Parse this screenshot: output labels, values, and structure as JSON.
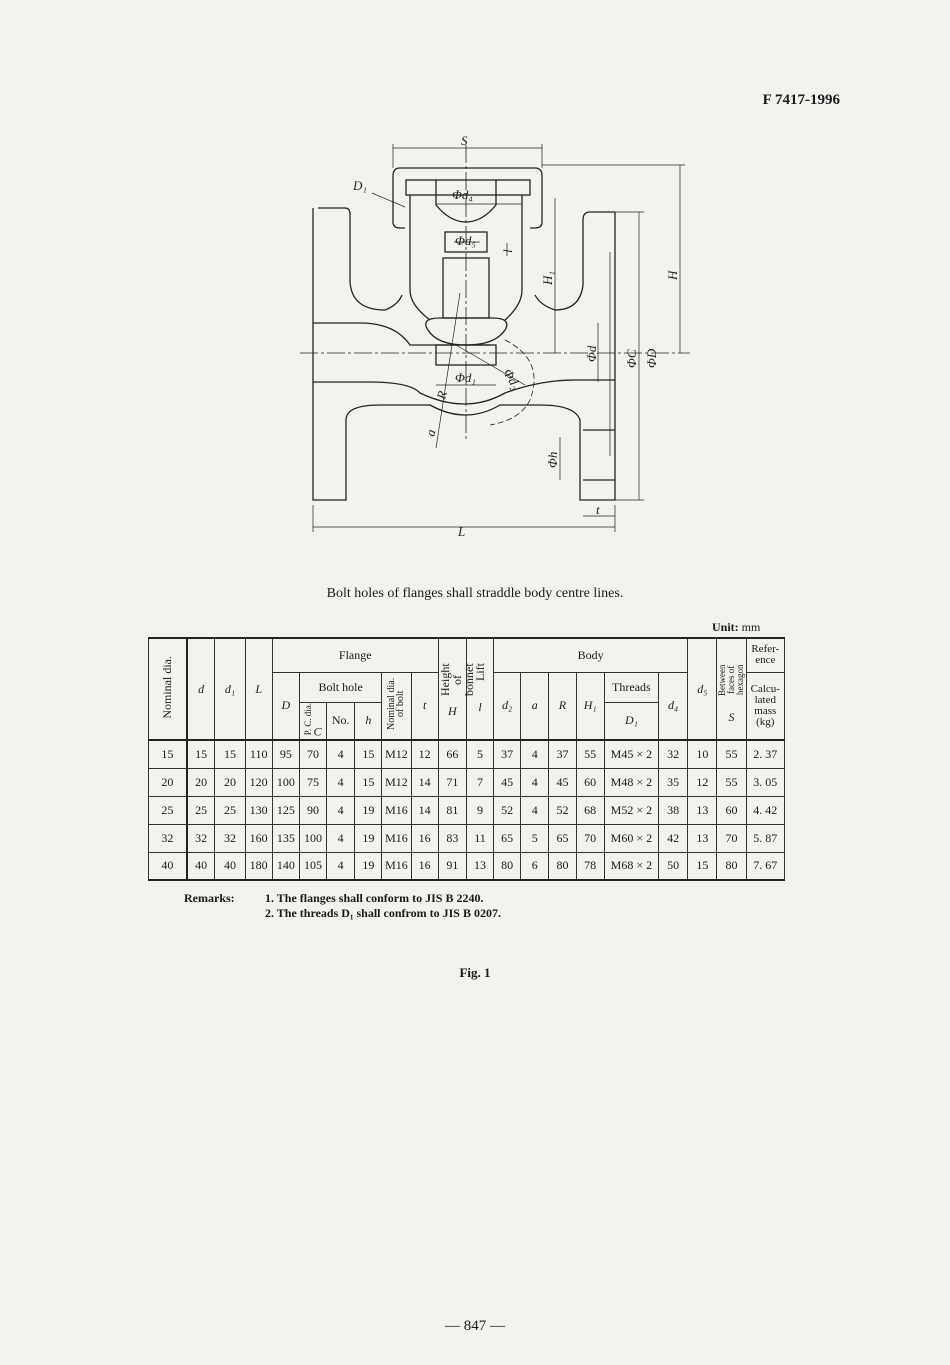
{
  "header": {
    "doc_code": "F 7417-1996"
  },
  "drawing": {
    "labels": {
      "S": "S",
      "D1": "D₁",
      "d4": "Φd₄",
      "d5": "Φd₅",
      "l": "l",
      "H1": "H₁",
      "H": "H",
      "d": "Φd",
      "C": "ΦC",
      "D": "ΦD",
      "d1": "Φd₁",
      "d2": "Φd₂",
      "R": "R",
      "a": "a",
      "h": "Φh",
      "t": "t",
      "L": "L"
    },
    "caption": "Bolt holes of flanges shall straddle body centre lines."
  },
  "table": {
    "unit_label": "Unit:",
    "unit_value": "mm",
    "headers": {
      "nominal_dia": "Nominal dia.",
      "d": "d",
      "d1": "d₁",
      "L": "L",
      "flange": "Flange",
      "D": "D",
      "bolt_hole": "Bolt hole",
      "C_top": "P. C. dia.",
      "C": "C",
      "No": "No.",
      "h": "h",
      "nominal_bolt": "Nominal dia. of bolt",
      "t": "t",
      "height_bonnet": "Height of bonnet",
      "H": "H",
      "lift": "Lift",
      "l": "l",
      "body": "Body",
      "d2": "d₂",
      "a": "a",
      "R": "R",
      "H1": "H₁",
      "threads": "Threads",
      "D1": "D₁",
      "d4": "d₄",
      "d5": "d₅",
      "between_faces": "Between faces of hexagon",
      "S": "S",
      "reference": "Refer-ence",
      "mass": "Calcu-lated mass (kg)"
    },
    "rows": [
      [
        "15",
        "15",
        "15",
        "110",
        "95",
        "70",
        "4",
        "15",
        "M12",
        "12",
        "66",
        "5",
        "37",
        "4",
        "37",
        "55",
        "M45 × 2",
        "32",
        "10",
        "55",
        "2. 37"
      ],
      [
        "20",
        "20",
        "20",
        "120",
        "100",
        "75",
        "4",
        "15",
        "M12",
        "14",
        "71",
        "7",
        "45",
        "4",
        "45",
        "60",
        "M48 × 2",
        "35",
        "12",
        "55",
        "3. 05"
      ],
      [
        "25",
        "25",
        "25",
        "130",
        "125",
        "90",
        "4",
        "19",
        "M16",
        "14",
        "81",
        "9",
        "52",
        "4",
        "52",
        "68",
        "M52 × 2",
        "38",
        "13",
        "60",
        "4. 42"
      ],
      [
        "32",
        "32",
        "32",
        "160",
        "135",
        "100",
        "4",
        "19",
        "M16",
        "16",
        "83",
        "11",
        "65",
        "5",
        "65",
        "70",
        "M60 × 2",
        "42",
        "13",
        "70",
        "5. 87"
      ],
      [
        "40",
        "40",
        "40",
        "180",
        "140",
        "105",
        "4",
        "19",
        "M16",
        "16",
        "91",
        "13",
        "80",
        "6",
        "80",
        "78",
        "M68 × 2",
        "50",
        "15",
        "80",
        "7. 67"
      ]
    ]
  },
  "remarks": {
    "label": "Remarks:",
    "items": [
      "1. The flanges shall conform to JIS B 2240.",
      "2. The threads D₁ shall confrom to JIS B 0207."
    ]
  },
  "figure_label": "Fig. 1",
  "page_number": "— 847 —"
}
